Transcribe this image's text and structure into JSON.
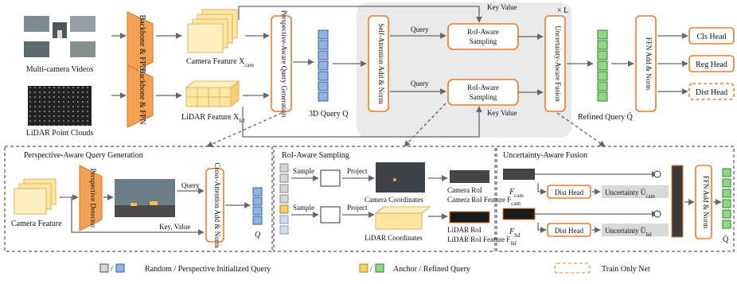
{
  "inputs": {
    "camera_caption": "Multi-camera Videos",
    "lidar_caption": "LiDAR Point Clouds",
    "backbone_label": "Backbone & FPN"
  },
  "features": {
    "camera": "Camera Feature X",
    "camera_sub": "cam",
    "lidar": "LiDAR Feature X",
    "lidar_sub": "lid"
  },
  "modules": {
    "paqg": "Perspective-Aware Query Generation",
    "query3d": "3D Query Q",
    "self_attn": "Self-Attention Add & Norm",
    "roi_top": "RoI-Aware Sampling",
    "roi_bottom": "RoI-Aware Sampling",
    "uaf": "Uncertainty-Aware Fusion",
    "ffn": "FFN Add & Norm",
    "repeat": "× L",
    "refined": "Refined Query Q̄"
  },
  "edges": {
    "query_top": "Query",
    "query_bottom": "Query",
    "kv_top": "Key Value",
    "kv_bottom": "Key Value"
  },
  "heads": [
    "Cls Head",
    "Reg Head",
    "Dist Head"
  ],
  "panels": {
    "paqg": {
      "title": "Perspective-Aware Query Generation",
      "camera_feature": "Camera Feature",
      "detector": "Perspective Detector",
      "query": "Query",
      "key_value": "Key, Value",
      "cross_attn": "Cross-Attention Add & Norm",
      "q": "Q"
    },
    "roi": {
      "title": "RoI-Aware Sampling",
      "sample1": "Sample",
      "project1": "Project",
      "sample2": "Sample",
      "project2": "Project",
      "camera_coords": "Camera Coordinates",
      "lidar_coords": "LiDAR Coordinates",
      "camera_roi": "Camera RoI Feature F",
      "camera_roi_sub": "cam",
      "lidar_roi": "LiDAR RoI Feature F",
      "lidar_roi_sub": "lid"
    },
    "uaf": {
      "title": "Uncertainty-Aware Fusion",
      "f_cam": "F",
      "f_cam_sub": "cam",
      "f_lid": "F",
      "f_lid_sub": "lid",
      "dist_head": "Dist Head",
      "unc_cam": "Uncertainty Ū",
      "unc_cam_sub": "cam",
      "unc_lid": "Uncertainty Ū",
      "unc_lid_sub": "lid",
      "ffn": "FFN Add & Norm",
      "q_bar": "Q̄"
    }
  },
  "legend": {
    "query": "Random / Perspective Initialized Query",
    "anchor": "Anchor / Refined Query",
    "train": "Train Only Net"
  },
  "colors": {
    "orange": "#f3a154",
    "blue": "#6f9bd6",
    "green": "#7cc96e",
    "yellow": "#ffe07a",
    "grey_panel": "#e9e9e9"
  }
}
